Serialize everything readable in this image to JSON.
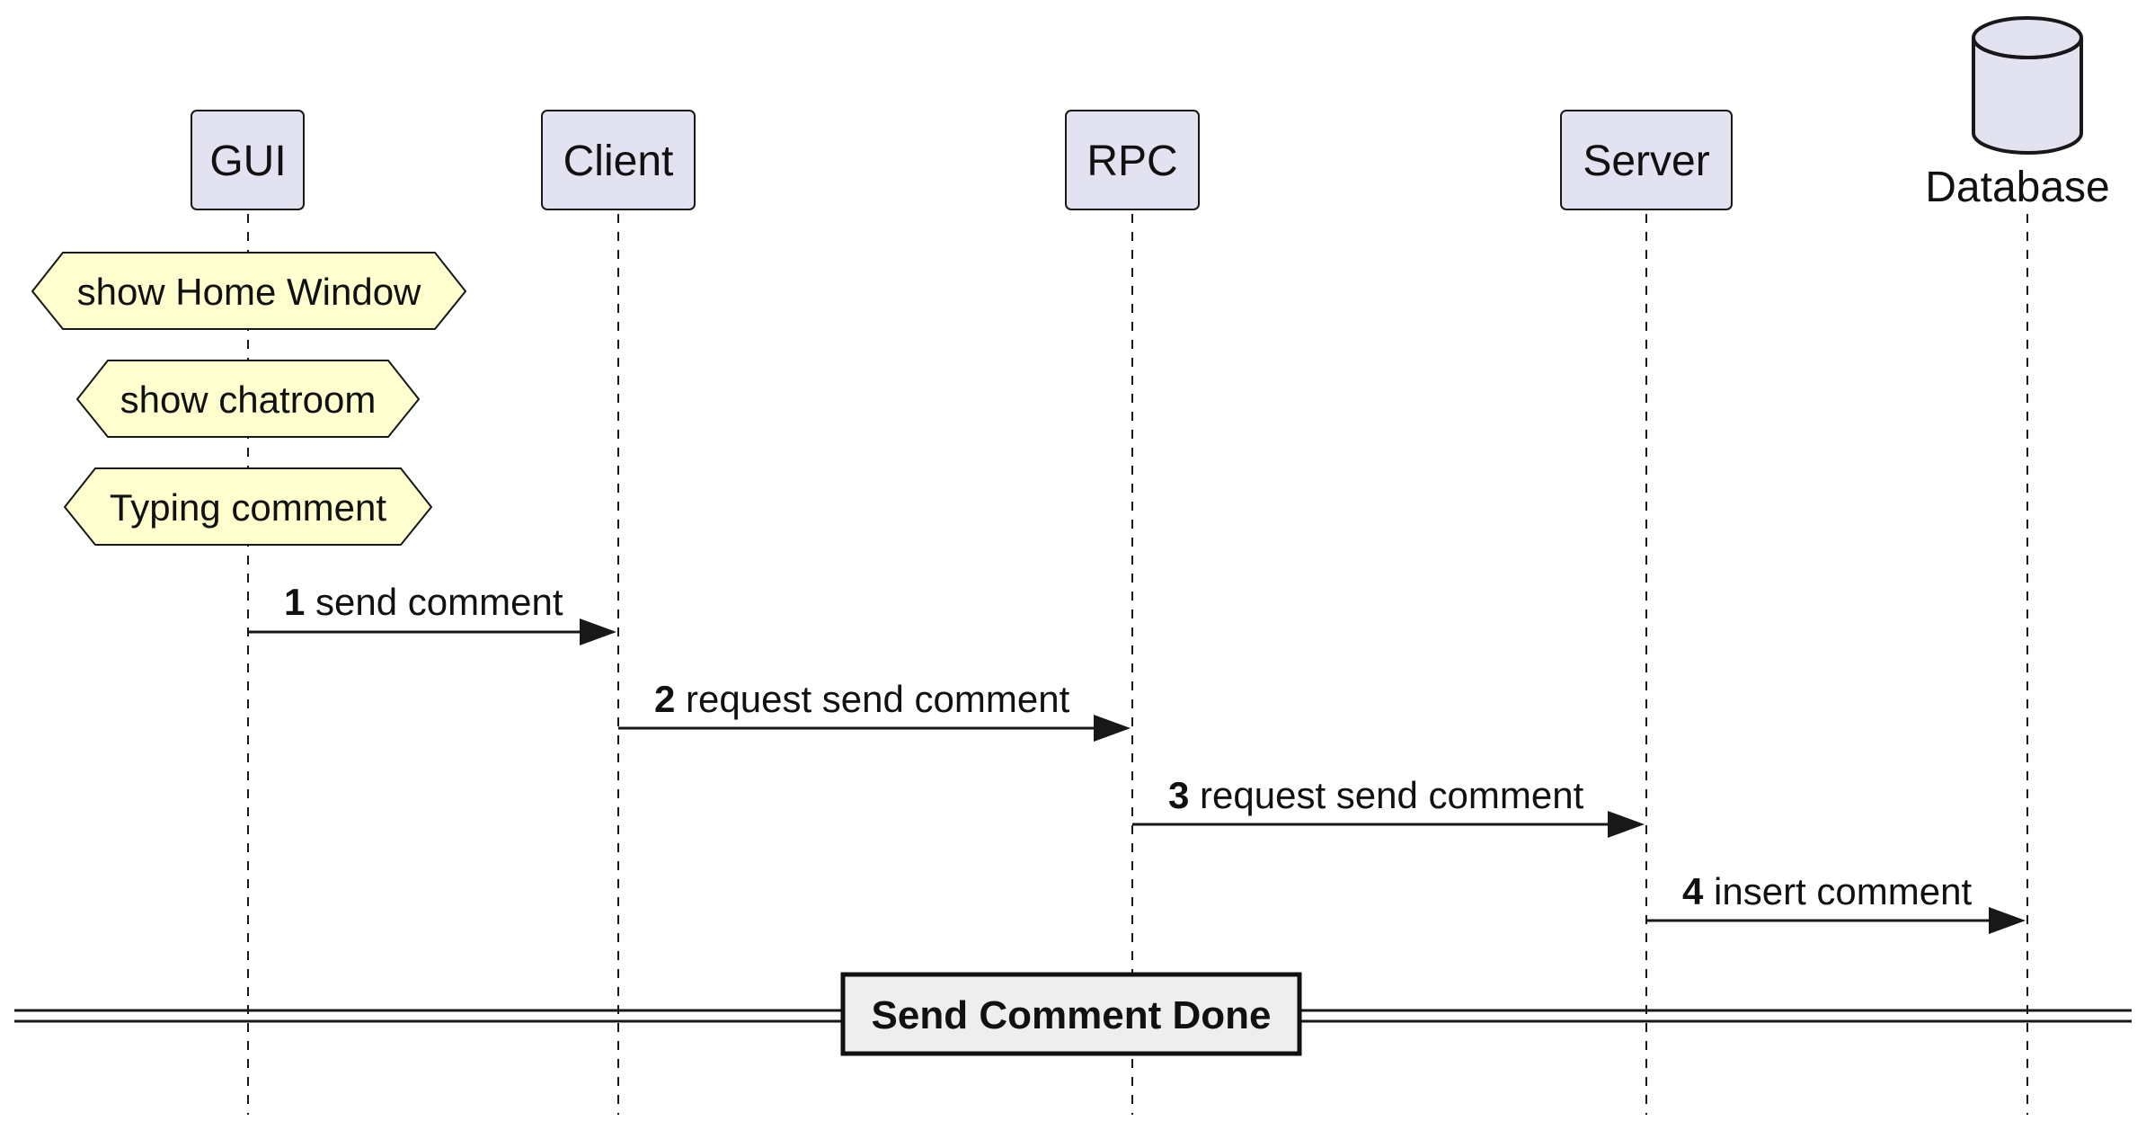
{
  "participants": [
    {
      "id": "gui",
      "label": "GUI",
      "kind": "box"
    },
    {
      "id": "client",
      "label": "Client",
      "kind": "box"
    },
    {
      "id": "rpc",
      "label": "RPC",
      "kind": "box"
    },
    {
      "id": "server",
      "label": "Server",
      "kind": "box"
    },
    {
      "id": "database",
      "label": "Database",
      "kind": "database"
    }
  ],
  "notes": [
    {
      "over": "gui",
      "text": "show Home Window"
    },
    {
      "over": "gui",
      "text": "show chatroom"
    },
    {
      "over": "gui",
      "text": "Typing comment"
    }
  ],
  "messages": [
    {
      "from": "gui",
      "to": "client",
      "number": "1",
      "text": "send comment"
    },
    {
      "from": "client",
      "to": "rpc",
      "number": "2",
      "text": "request send comment"
    },
    {
      "from": "rpc",
      "to": "server",
      "number": "3",
      "text": "request send comment"
    },
    {
      "from": "server",
      "to": "database",
      "number": "4",
      "text": "insert comment"
    }
  ],
  "divider": {
    "text": "Send Comment Done"
  },
  "colors": {
    "participant_fill": "#e2e2f0",
    "participant_stroke": "#181818",
    "note_fill": "#fefece",
    "note_stroke": "#181818",
    "line": "#181818",
    "divider_fill": "#eeeeee"
  }
}
